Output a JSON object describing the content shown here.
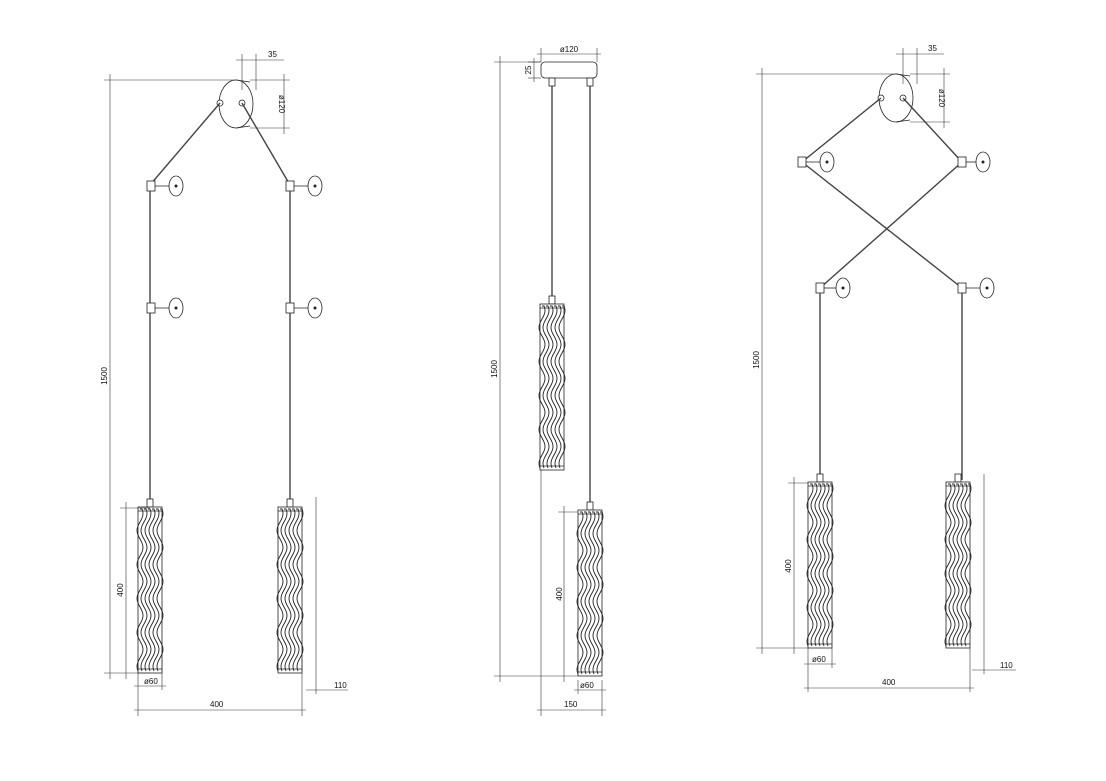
{
  "labels": {
    "d35": "35",
    "d120": "ø120",
    "d1500": "1500",
    "d400": "400",
    "d60": "ø60",
    "d110": "110",
    "d150": "150",
    "d25": "25"
  }
}
